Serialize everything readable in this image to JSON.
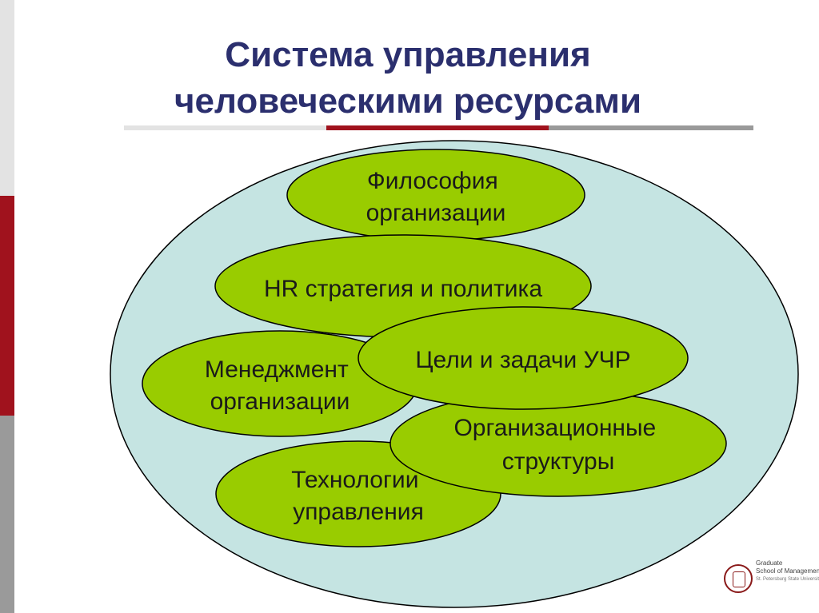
{
  "title": {
    "line1": "Система управления",
    "line2": "человеческими ресурсами"
  },
  "colors": {
    "title": "#2b2f6e",
    "outer_fill": "#c5e4e2",
    "node_fill": "#99cc00",
    "stroke": "#000000",
    "accent_red": "#a0121d",
    "accent_gray": "#9a9a9a",
    "accent_light": "#e3e3e3"
  },
  "diagram": {
    "nodes": {
      "philosophy": {
        "lines": [
          "Философия",
          "организации"
        ]
      },
      "hr_strategy": {
        "lines": [
          "HR стратегия и политика"
        ]
      },
      "management": {
        "lines": [
          "Менеджмент",
          "организации"
        ]
      },
      "goals": {
        "lines": [
          "Цели и задачи УЧР"
        ]
      },
      "technologies": {
        "lines": [
          "Технологии",
          "управления"
        ]
      },
      "structures": {
        "lines": [
          "Организационные",
          "структуры"
        ]
      }
    }
  },
  "logo": {
    "line1": "Graduate",
    "line2": "School of Management",
    "line3": "St. Petersburg State University"
  }
}
